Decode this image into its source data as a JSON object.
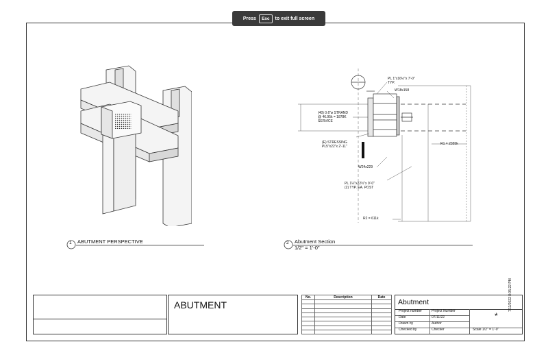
{
  "banner": {
    "press": "Press",
    "key": "Esc",
    "rest": "to exit full screen"
  },
  "views": {
    "perspective": {
      "number": "1",
      "title": "ABUTMENT PERSPECTIVE"
    },
    "section": {
      "number": "2",
      "title": "Abutment Section",
      "scale": "1/2\" = 1'-0\""
    }
  },
  "annotations": {
    "pl_top": "PL 1\"x16½\"x 7'-0\"",
    "pl_top_typ": "TYP.",
    "w18": "W18x158",
    "strand_1": "(40) 0.6\"ø STRAND",
    "strand_2": "@ 46.95k = 1878K",
    "strand_3": "SERVICE",
    "stressing_1": "(E) STRESSING",
    "stressing_2": "PL5\"x22\"x 2'-11\"",
    "w24": "W24x229",
    "pl_bot_1": "PL 1¼\"x22½\"x 9'-0\"",
    "pl_bot_2": "(2) TYP. EA. POST",
    "r1": "R1 = 2355k",
    "r2": "R2 = 611k"
  },
  "titleblock": {
    "sheet_title": "ABUTMENT",
    "revision_headers": [
      "No.",
      "Description",
      "Date"
    ],
    "project_name": "Abutment",
    "rows": [
      {
        "label": "Project number",
        "value": "Project Number"
      },
      {
        "label": "Date",
        "value": "07/11/22"
      },
      {
        "label": "Drawn by",
        "value": "Author"
      },
      {
        "label": "Checked by",
        "value": "Checker"
      }
    ],
    "sheet_mark": "*",
    "scale": "Scale  1/2\" = 1'-0\"",
    "timestamp": "7/11/2022 8:05:22 PM"
  }
}
